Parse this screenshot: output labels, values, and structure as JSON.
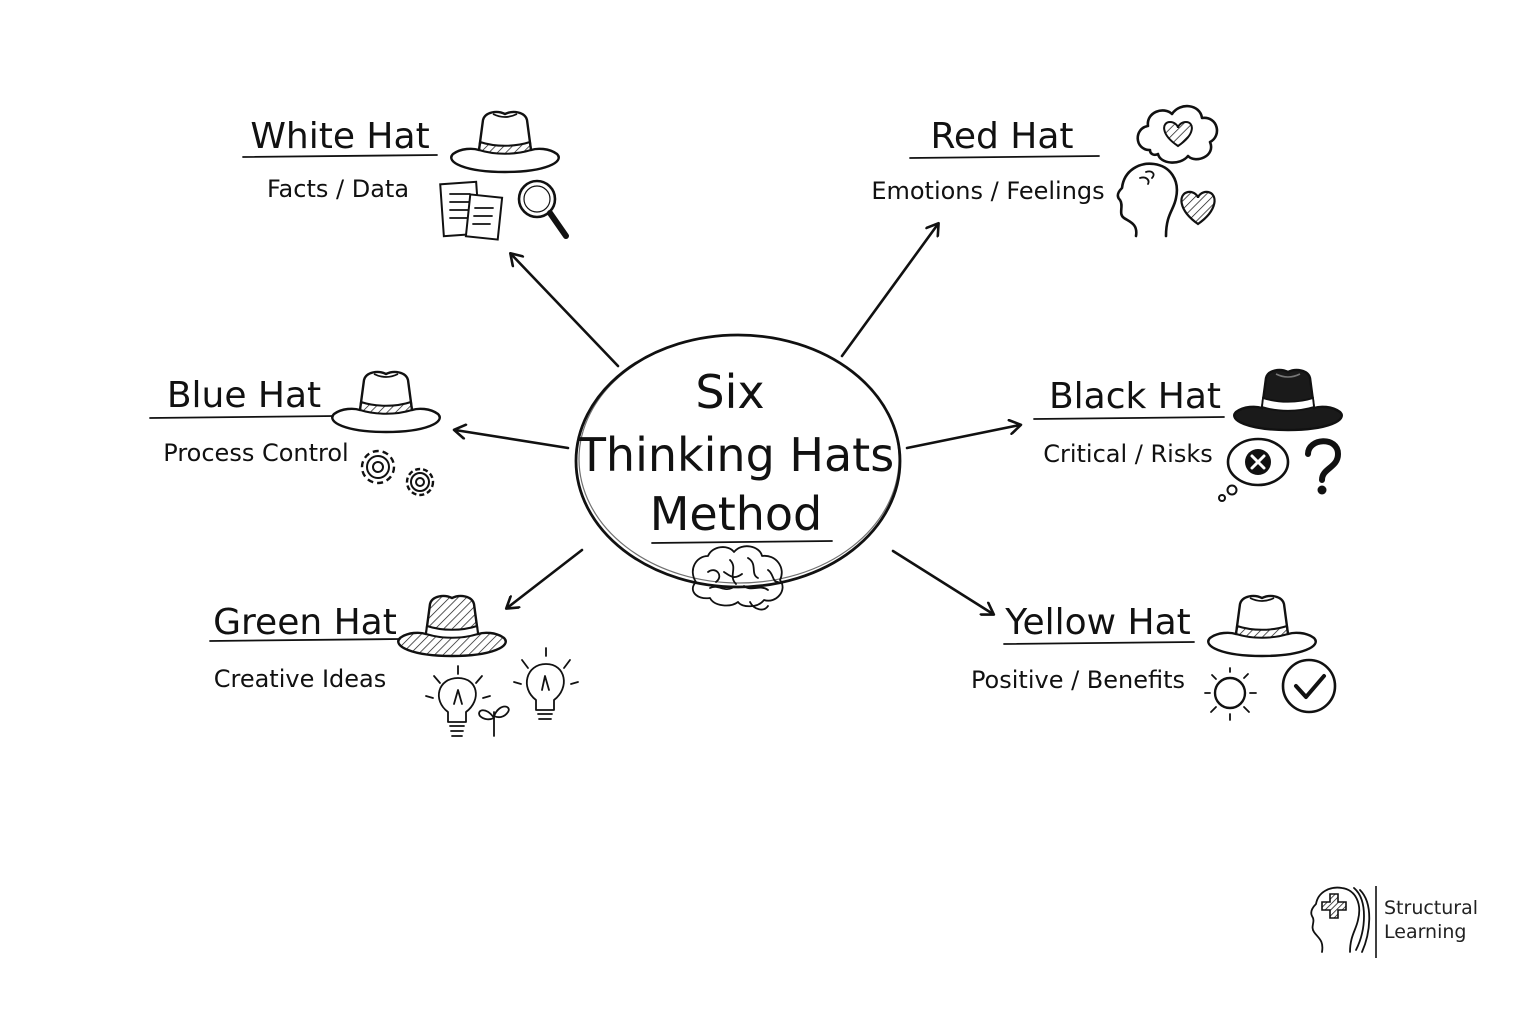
{
  "center": {
    "line1": "Six",
    "line2": "Thinking Hats",
    "line3": "Method"
  },
  "hats": {
    "white": {
      "title": "White Hat",
      "subtitle": "Facts / Data"
    },
    "red": {
      "title": "Red Hat",
      "subtitle": "Emotions / Feelings"
    },
    "blue": {
      "title": "Blue Hat",
      "subtitle": "Process Control"
    },
    "black": {
      "title": "Black Hat",
      "subtitle": "Critical / Risks"
    },
    "green": {
      "title": "Green Hat",
      "subtitle": "Creative Ideas"
    },
    "yellow": {
      "title": "Yellow Hat",
      "subtitle": "Positive / Benefits"
    }
  },
  "logo": {
    "line1": "Structural",
    "line2": "Learning"
  },
  "icons": {
    "white": [
      "hat-icon",
      "documents-icon",
      "magnifier-icon"
    ],
    "red": [
      "heart-cloud-icon",
      "head-profile-icon",
      "heart-icon"
    ],
    "blue": [
      "hat-icon",
      "gears-icon"
    ],
    "black": [
      "hat-icon",
      "x-thought-bubble-icon",
      "question-mark-icon"
    ],
    "green": [
      "hat-icon",
      "lightbulb-icon",
      "sprout-icon"
    ],
    "yellow": [
      "hat-icon",
      "sun-icon",
      "check-circle-icon"
    ],
    "center": [
      "brain-icon"
    ]
  }
}
